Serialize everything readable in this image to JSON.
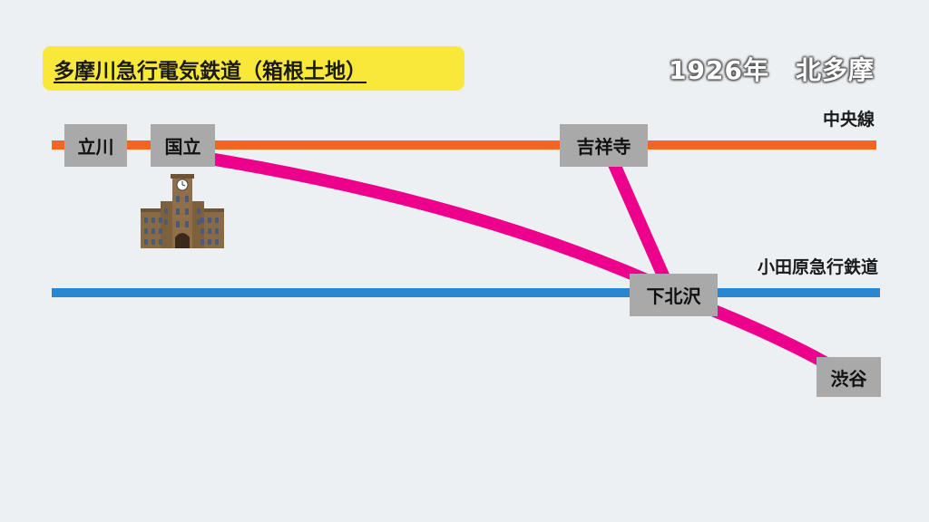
{
  "title": "多摩川急行電気鉄道（箱根土地）",
  "year_label": "1926年　北多摩",
  "lines": {
    "chuo": {
      "name": "中央線",
      "color": "#f26522"
    },
    "odakyu": {
      "name": "小田原急行鉄道",
      "color": "#2a86d0"
    },
    "planned": {
      "color": "#ec008c"
    }
  },
  "stations": {
    "tachikawa": "立川",
    "kunitachi": "国立",
    "kichijoji": "吉祥寺",
    "shimokitazawa": "下北沢",
    "shibuya": "渋谷"
  },
  "icons": {
    "university": "university-building-icon"
  }
}
